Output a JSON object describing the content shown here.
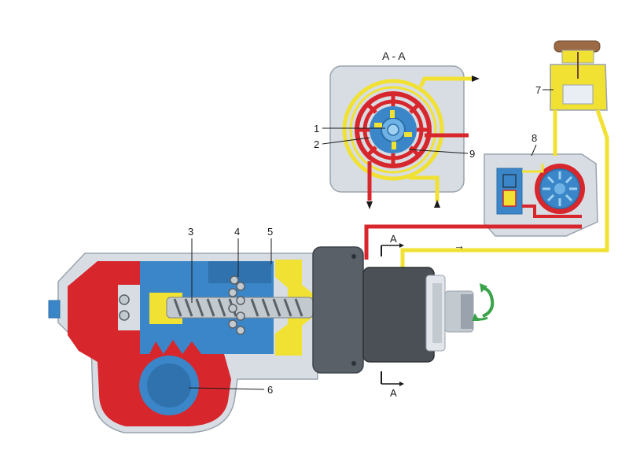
{
  "diagram": {
    "section_title": "A - A",
    "section_mark_top": "A",
    "section_mark_bottom": "A",
    "callouts": {
      "c1": "1",
      "c2": "2",
      "c3": "3",
      "c4": "4",
      "c5": "5",
      "c6": "6",
      "c7": "7",
      "c8": "8",
      "c9": "9"
    },
    "flow_arrow": "→"
  },
  "colors": {
    "pressure": "#d7262c",
    "return": "#f1e133",
    "housing": "#d7dde3",
    "piston": "#3a86c8",
    "cast": "#5a6068",
    "rotation": "#3aa34a"
  }
}
